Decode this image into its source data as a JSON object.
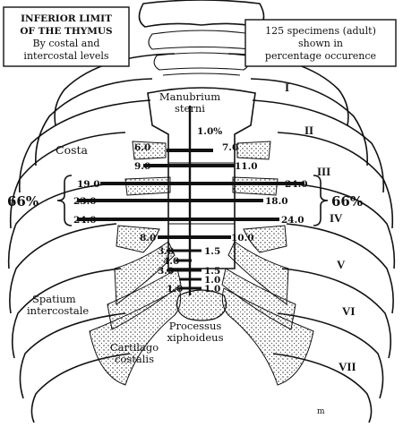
{
  "title_box": {
    "line1": "INFERIOR LIMIT",
    "line2": "OF THE THYMUS",
    "line3": "By costal and",
    "line4": "intercostal levels"
  },
  "info_box": {
    "line1": "125 specimens (adult)",
    "line2": "shown in",
    "line3": "percentage occurence"
  },
  "labels": {
    "manubrium_1": "Manubrium",
    "manubrium_2": "sterni",
    "costa": "Costa",
    "spatium_1": "Spatium",
    "spatium_2": "intercostale",
    "processus_1": "Processus",
    "processus_2": "xiphoideus",
    "cartilago_1": "Cartilago",
    "cartilago_2": "costalis",
    "signature": "m"
  },
  "brackets": {
    "left_percent": "66%",
    "right_percent": "66%"
  },
  "ribs": [
    "I",
    "II",
    "III",
    "IV",
    "V",
    "VI",
    "VII"
  ],
  "levels": [
    {
      "value": "1.0%"
    },
    {
      "value": "6.0"
    },
    {
      "value": "7.0"
    },
    {
      "value": "9.0"
    },
    {
      "value": "11.0"
    },
    {
      "value": "19.0"
    },
    {
      "value": "24.0"
    },
    {
      "value": "23.0"
    },
    {
      "value": "18.0"
    },
    {
      "value": "24.0"
    },
    {
      "value": "24.0"
    },
    {
      "value": "8.0"
    },
    {
      "value": "10.0"
    },
    {
      "value": "3.0"
    },
    {
      "value": "1.5"
    },
    {
      "value": "4.0"
    },
    {
      "value": "3.0"
    },
    {
      "value": "1.5"
    },
    {
      "value": "1.0"
    },
    {
      "value": "1.0"
    },
    {
      "value": "1.0"
    }
  ]
}
